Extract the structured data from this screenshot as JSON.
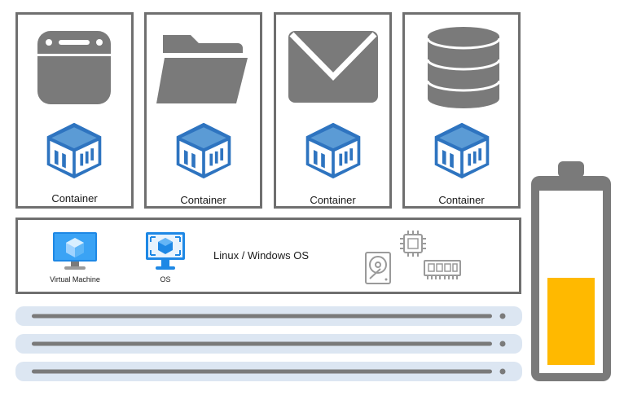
{
  "containers": [
    {
      "label": "Container",
      "app_icon": "app-window-icon"
    },
    {
      "label": "Container",
      "app_icon": "folder-icon"
    },
    {
      "label": "Container",
      "app_icon": "mail-icon"
    },
    {
      "label": "Container",
      "app_icon": "database-icon"
    }
  ],
  "os_layer": {
    "vm_label": "Virtual Machine",
    "os_label": "OS",
    "os_text": "Linux / Windows OS",
    "hardware_icons": [
      "hard-drive-icon",
      "cpu-chip-icon",
      "memory-ram-icon"
    ]
  },
  "server_rack": {
    "units": 3
  },
  "battery": {
    "level": 0.5,
    "fill_color": "#ffb900"
  },
  "colors": {
    "icon_gray": "#7a7a7a",
    "border_gray": "#6f6f6f",
    "container_blue": "#2e74c0",
    "server_bg": "#dce6f2"
  }
}
